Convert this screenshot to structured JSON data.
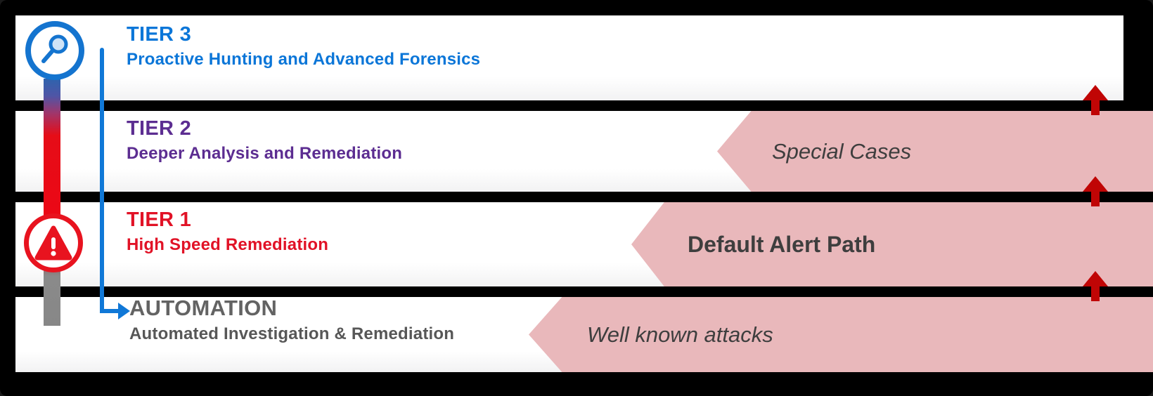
{
  "diagram": {
    "tiers": [
      {
        "label": "TIER 3",
        "description": "Proactive Hunting and Advanced Forensics",
        "color": "#0b76d8",
        "icon": "magnifier-icon"
      },
      {
        "label": "TIER 2",
        "description": "Deeper Analysis and Remediation",
        "color": "#5c2d91"
      },
      {
        "label": "TIER 1",
        "description": "High Speed Remediation",
        "color": "#e11226",
        "icon": "warning-icon"
      },
      {
        "label": "AUTOMATION",
        "description": "Automated Investigation & Remediation",
        "color": "#636363"
      }
    ],
    "alert_paths": [
      {
        "label": "Special Cases",
        "text_style": "italic",
        "tier": "TIER 2"
      },
      {
        "label": "Default Alert Path",
        "text_style": "bold",
        "tier": "TIER 1"
      },
      {
        "label": "Well known attacks",
        "text_style": "italic",
        "tier": "AUTOMATION"
      }
    ],
    "colors": {
      "tier3_blue": "#0b76d8",
      "tier2_purple": "#5c2d91",
      "tier1_red": "#e11226",
      "automation_gray": "#636363",
      "path_pink": "#e9b8bb",
      "up_arrow_red": "#c00505",
      "connector_blue": "#1078d7",
      "separator_black": "#000000",
      "path_label_dark": "#3e3e3e"
    }
  }
}
